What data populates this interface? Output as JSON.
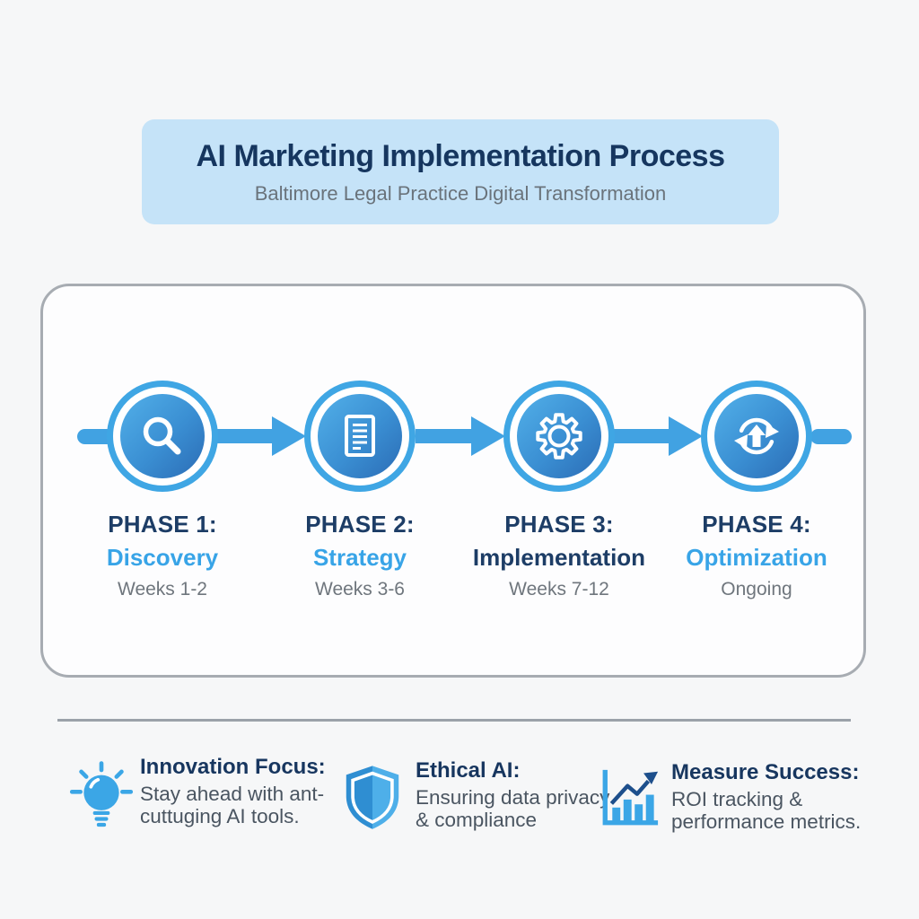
{
  "colors": {
    "accent_blue": "#3fa6e4",
    "navy": "#16365f",
    "banner_bg": "#c5e3f8",
    "circle_gradient_start": "#52b0e9",
    "circle_gradient_end": "#2b6cb5",
    "phase_name_blue": "#38a4e7",
    "muted_gray": "#6f767d",
    "divider_gray": "#9ba2a9",
    "chart_arrow_navy": "#1d4f8c"
  },
  "header": {
    "title": "AI Marketing Implementation Process",
    "subtitle": "Baltimore Legal Practice Digital Transformation"
  },
  "phases": [
    {
      "number": "PHASE 1:",
      "name": "Discovery",
      "duration": "Weeks 1-2",
      "icon": "magnifier-icon"
    },
    {
      "number": "PHASE 2:",
      "name": "Strategy",
      "duration": "Weeks 3-6",
      "icon": "document-icon"
    },
    {
      "number": "PHASE 3:",
      "name": "Implementation",
      "duration": "Weeks 7-12",
      "icon": "gear-icon"
    },
    {
      "number": "PHASE 4:",
      "name": "Optimization",
      "duration": "Ongoing",
      "icon": "refresh-icon"
    }
  ],
  "footer": {
    "items": [
      {
        "icon": "lightbulb-icon",
        "title": "Innovation Focus:",
        "line1": "Stay ahead with ant-",
        "line2": "cuttuging AI tools."
      },
      {
        "icon": "shield-icon",
        "title": "Ethical AI:",
        "line1": "Ensuring data privacy",
        "line2": "& compliance"
      },
      {
        "icon": "bar-chart-icon",
        "title": "Measure Success:",
        "line1": "ROI tracking &",
        "line2": "performance metrics."
      }
    ]
  }
}
